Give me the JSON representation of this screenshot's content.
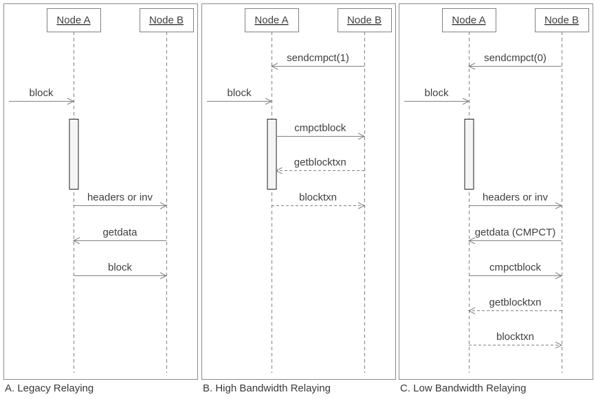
{
  "colors": {
    "background": "#ffffff",
    "panel_border": "#8a8a8a",
    "box_border": "#808080",
    "line": "#808080",
    "text": "#3f3f3f",
    "caption_text": "#383838",
    "activation_fill": "#f5f5f5",
    "activation_border": "#1f1f1f"
  },
  "panels": [
    {
      "caption": "A. Legacy Relaying",
      "actors": [
        {
          "label": "Node A"
        },
        {
          "label": "Node B"
        }
      ],
      "activation": {
        "actor": "A"
      },
      "messages": [
        {
          "label": "block",
          "from": "external",
          "to": "A",
          "line": "solid",
          "row": 1
        },
        {
          "label": "headers or inv",
          "from": "A",
          "to": "B",
          "line": "solid",
          "row": 4
        },
        {
          "label": "getdata",
          "from": "B",
          "to": "A",
          "line": "solid",
          "row": 5
        },
        {
          "label": "block",
          "from": "A",
          "to": "B",
          "line": "solid",
          "row": 6
        }
      ]
    },
    {
      "caption": "B. High Bandwidth Relaying",
      "actors": [
        {
          "label": "Node A"
        },
        {
          "label": "Node B"
        }
      ],
      "activation": {
        "actor": "A"
      },
      "messages": [
        {
          "label": "sendcmpct(1)",
          "from": "B",
          "to": "A",
          "line": "solid",
          "row": 0
        },
        {
          "label": "block",
          "from": "external",
          "to": "A",
          "line": "solid",
          "row": 1
        },
        {
          "label": "cmpctblock",
          "from": "A",
          "to": "B",
          "line": "solid",
          "row": 2
        },
        {
          "label": "getblocktxn",
          "from": "B",
          "to": "A",
          "line": "dashed",
          "row": 3
        },
        {
          "label": "blocktxn",
          "from": "A",
          "to": "B",
          "line": "dashed",
          "row": 4
        }
      ]
    },
    {
      "caption": "C. Low Bandwidth Relaying",
      "actors": [
        {
          "label": "Node A"
        },
        {
          "label": "Node B"
        }
      ],
      "activation": {
        "actor": "A"
      },
      "messages": [
        {
          "label": "sendcmpct(0)",
          "from": "B",
          "to": "A",
          "line": "solid",
          "row": 0
        },
        {
          "label": "block",
          "from": "external",
          "to": "A",
          "line": "solid",
          "row": 1
        },
        {
          "label": "headers or inv",
          "from": "A",
          "to": "B",
          "line": "solid",
          "row": 4
        },
        {
          "label": "getdata (CMPCT)",
          "from": "B",
          "to": "A",
          "line": "solid",
          "row": 5
        },
        {
          "label": "cmpctblock",
          "from": "A",
          "to": "B",
          "line": "solid",
          "row": 6
        },
        {
          "label": "getblocktxn",
          "from": "B",
          "to": "A",
          "line": "dashed",
          "row": 7
        },
        {
          "label": "blocktxn",
          "from": "A",
          "to": "B",
          "line": "dashed",
          "row": 8
        }
      ]
    }
  ]
}
